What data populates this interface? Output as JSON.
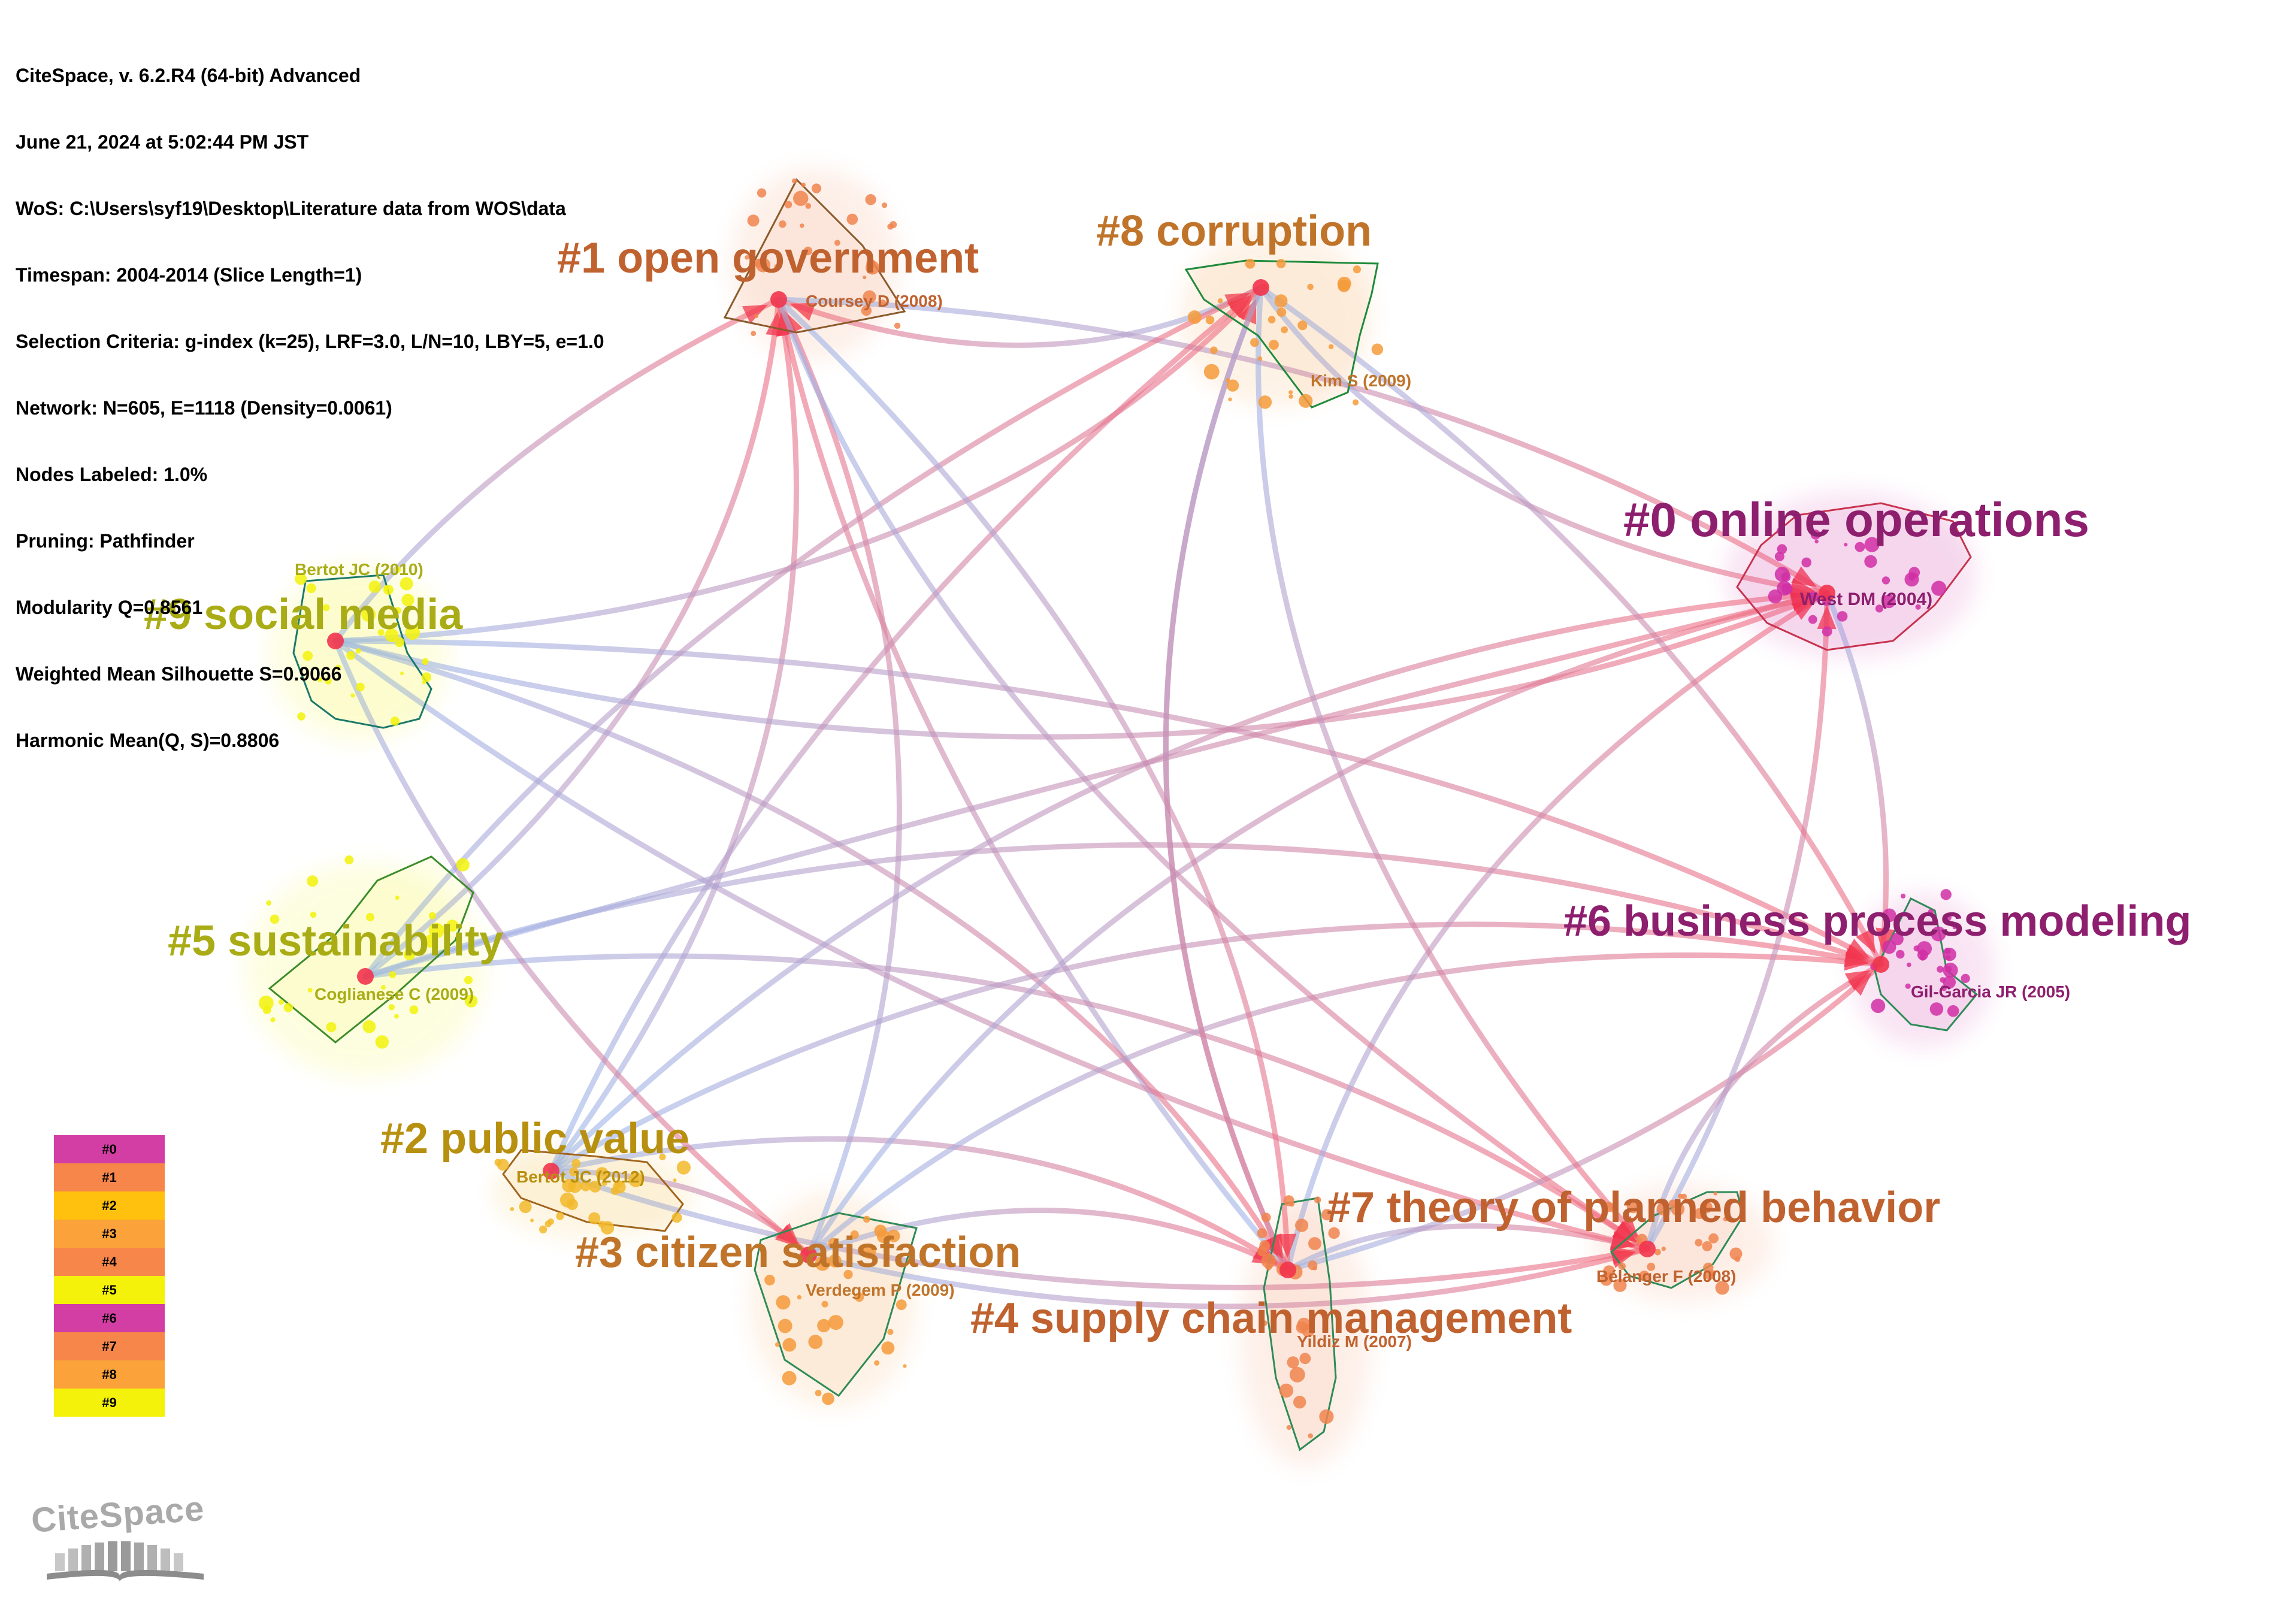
{
  "info_lines": [
    "CiteSpace, v. 6.2.R4 (64-bit) Advanced",
    "June 21, 2024 at 5:02:44 PM JST",
    "WoS: C:\\Users\\syf19\\Desktop\\Literature data from WOS\\data",
    "Timespan: 2004-2014 (Slice Length=1)",
    "Selection Criteria: g-index (k=25), LRF=3.0, L/N=10, LBY=5, e=1.0",
    "Network: N=605, E=1118 (Density=0.0061)",
    "Nodes Labeled: 1.0%",
    "Pruning: Pathfinder",
    "Modularity Q=0.8561",
    "Weighted Mean Silhouette S=0.9066",
    "Harmonic Mean(Q, S)=0.8806"
  ],
  "clusters": [
    {
      "id": "0",
      "label": "#0 online operations",
      "color": "#8e1f6e",
      "node_color": "#d02fa4",
      "node_label": "West DM (2004)"
    },
    {
      "id": "1",
      "label": "#1 open government",
      "color": "#c0622f",
      "node_color": "#f0844d",
      "node_label": "Coursey D (2008)"
    },
    {
      "id": "2",
      "label": "#2 public value",
      "color": "#b8900f",
      "node_color": "#f2b82a",
      "node_label": "Bertot JC (2012)"
    },
    {
      "id": "3",
      "label": "#3 citizen satisfaction",
      "color": "#c0742a",
      "node_color": "#f59a3a",
      "node_label": "Verdegem P (2009)"
    },
    {
      "id": "4",
      "label": "#4 supply chain management",
      "color": "#c0622f",
      "node_color": "#f0844d",
      "node_label": "Yildiz M (2007)"
    },
    {
      "id": "5",
      "label": "#5 sustainability",
      "color": "#a9ac14",
      "node_color": "#f2f20a",
      "node_label": "Coglianese C (2009)"
    },
    {
      "id": "6",
      "label": "#6 business process modeling",
      "color": "#8e1f6e",
      "node_color": "#d02fa4",
      "node_label": "Gil-Garcia JR (2005)"
    },
    {
      "id": "7",
      "label": "#7 theory of planned behavior",
      "color": "#c0622f",
      "node_color": "#f0844d",
      "node_label": "Bélanger F (2008)"
    },
    {
      "id": "8",
      "label": "#8 corruption",
      "color": "#c0742a",
      "node_color": "#f59a3a",
      "node_label": "Kim S (2009)"
    },
    {
      "id": "9",
      "label": "#9 social media",
      "color": "#a9ac14",
      "node_color": "#f2f20a",
      "node_label": "Bertot JC (2010)"
    }
  ],
  "legend": [
    {
      "label": "#0",
      "color": "#d33ea4"
    },
    {
      "label": "#1",
      "color": "#f7864a"
    },
    {
      "label": "#2",
      "color": "#ffc10e"
    },
    {
      "label": "#3",
      "color": "#fba23a"
    },
    {
      "label": "#4",
      "color": "#f7864a"
    },
    {
      "label": "#5",
      "color": "#f4f10a"
    },
    {
      "label": "#6",
      "color": "#d33ea4"
    },
    {
      "label": "#7",
      "color": "#f7864a"
    },
    {
      "label": "#8",
      "color": "#fba23a"
    },
    {
      "label": "#9",
      "color": "#f4f10a"
    }
  ],
  "edges": [
    [
      "9",
      "1"
    ],
    [
      "5",
      "1"
    ],
    [
      "3",
      "1"
    ],
    [
      "4",
      "1"
    ],
    [
      "2",
      "1"
    ],
    [
      "8",
      "1"
    ],
    [
      "1",
      "0"
    ],
    [
      "9",
      "0"
    ],
    [
      "9",
      "6"
    ],
    [
      "9",
      "7"
    ],
    [
      "9",
      "4"
    ],
    [
      "9",
      "8"
    ],
    [
      "5",
      "0"
    ],
    [
      "5",
      "6"
    ],
    [
      "5",
      "7"
    ],
    [
      "5",
      "8"
    ],
    [
      "2",
      "0"
    ],
    [
      "2",
      "6"
    ],
    [
      "2",
      "7"
    ],
    [
      "2",
      "4"
    ],
    [
      "2",
      "3"
    ],
    [
      "2",
      "8"
    ],
    [
      "3",
      "0"
    ],
    [
      "3",
      "6"
    ],
    [
      "3",
      "7"
    ],
    [
      "3",
      "4"
    ],
    [
      "4",
      "0"
    ],
    [
      "4",
      "6"
    ],
    [
      "4",
      "7"
    ],
    [
      "4",
      "8"
    ],
    [
      "7",
      "0"
    ],
    [
      "7",
      "6"
    ],
    [
      "8",
      "0"
    ],
    [
      "8",
      "6"
    ],
    [
      "8",
      "7"
    ],
    [
      "8",
      "4"
    ],
    [
      "0",
      "6"
    ],
    [
      "1",
      "7"
    ],
    [
      "1",
      "4"
    ],
    [
      "9",
      "3"
    ]
  ],
  "logo_text": "CiteSpace"
}
